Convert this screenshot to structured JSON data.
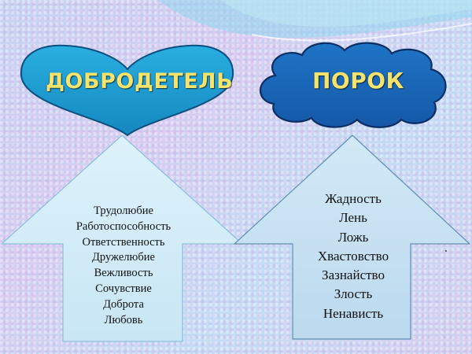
{
  "virtue": {
    "title": "ДОБРОДЕТЕЛЬ",
    "items": [
      "Трудолюбие",
      "Работоспособность",
      "Ответственность",
      "Дружелюбие",
      "Вежливость",
      "Сочувствие",
      "Доброта",
      "Любовь"
    ]
  },
  "vice": {
    "title": "ПОРОК",
    "items": [
      "Жадность",
      "Лень",
      "Ложь",
      "Хвастовство",
      "Зазнайство",
      "Злость",
      "Ненависть"
    ]
  },
  "colors": {
    "heart_fill": "#1f9ed1",
    "cloud_fill": "#1a63b5",
    "title_text": "#f4e36c",
    "arrow_fill": "#d9eef9"
  },
  "icons": [
    "heart-shape",
    "cloud-shape",
    "up-arrow-left",
    "up-arrow-right"
  ]
}
